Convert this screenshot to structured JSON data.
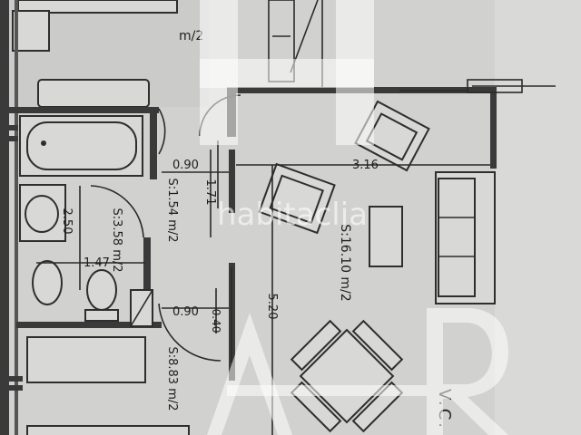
{
  "rooms": {
    "bedroom_top_area": "m/2",
    "bathroom_area": "S:3.58 m/2",
    "corridor_area": "S:1.54 m/2",
    "living_area": "S:16.10 m/2",
    "bedroom_bottom_area": "S:8.83 m/2"
  },
  "dimensions": {
    "corridor_width_top": "0.90",
    "corridor_width_bottom": "0.90",
    "living_width": "3.16",
    "corridor_length": "1.71",
    "bathroom_depth": "2.50",
    "bathroom_width": "1.47",
    "living_length": "5.20",
    "wall_small": "0.40"
  },
  "annotations": {
    "vc": "V.C."
  },
  "watermark": {
    "brand": "habitaclia"
  }
}
